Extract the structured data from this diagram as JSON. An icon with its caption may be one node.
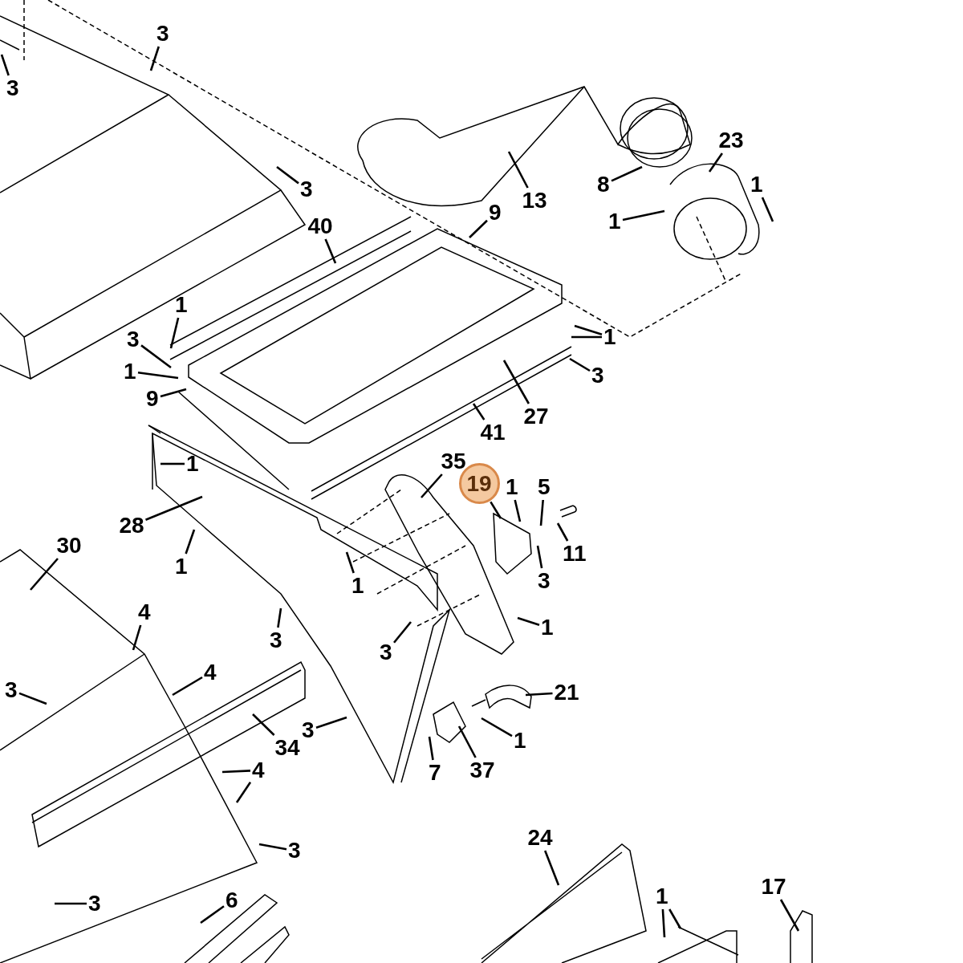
{
  "diagram": {
    "nodes": [
      {
        "text": [
          "3"
        ]
      },
      {
        "text": [
          "3"
        ]
      },
      {
        "text": [
          "3"
        ]
      },
      {
        "text": [
          "9"
        ]
      },
      {
        "text": [
          "13"
        ]
      },
      {
        "text": [
          "8"
        ]
      },
      {
        "text": [
          "23"
        ]
      },
      {
        "text": [
          "1"
        ]
      },
      {
        "text": [
          "1"
        ]
      },
      {
        "text": [
          "40"
        ]
      },
      {
        "text": [
          "1"
        ]
      },
      {
        "text": [
          "3"
        ]
      },
      {
        "text": [
          "1"
        ]
      },
      {
        "text": [
          "1"
        ]
      },
      {
        "text": [
          "3"
        ]
      },
      {
        "text": [
          "9"
        ]
      },
      {
        "text": [
          "27"
        ]
      },
      {
        "text": [
          "41"
        ]
      },
      {
        "text": [
          "28"
        ]
      },
      {
        "text": [
          "1"
        ]
      },
      {
        "text": [
          "35"
        ]
      },
      {
        "text": [
          "19"
        ]
      },
      {
        "text": [
          "1"
        ]
      },
      {
        "text": [
          "5"
        ]
      },
      {
        "text": [
          "11"
        ]
      },
      {
        "text": [
          "3"
        ]
      },
      {
        "text": [
          "30"
        ]
      },
      {
        "text": [
          "1"
        ]
      },
      {
        "text": [
          "1"
        ]
      },
      {
        "text": [
          "1"
        ]
      },
      {
        "text": [
          "4"
        ]
      },
      {
        "text": [
          "3"
        ]
      },
      {
        "text": [
          "3"
        ]
      },
      {
        "text": [
          "4"
        ]
      },
      {
        "text": [
          "3"
        ]
      },
      {
        "text": [
          "21"
        ]
      },
      {
        "text": [
          "3"
        ]
      },
      {
        "text": [
          "34"
        ]
      },
      {
        "text": [
          "1"
        ]
      },
      {
        "text": [
          "7"
        ]
      },
      {
        "text": [
          "37"
        ]
      },
      {
        "text": [
          "4"
        ]
      },
      {
        "text": [
          "3"
        ]
      },
      {
        "text": [
          "24"
        ]
      },
      {
        "text": [
          "3"
        ]
      },
      {
        "text": [
          "6"
        ]
      },
      {
        "text": [
          "1"
        ]
      },
      {
        "text": [
          "17"
        ]
      }
    ],
    "edges": [
      {
        "from": 0,
        "to": null,
        "arrow": "none"
      },
      {
        "from": 1,
        "to": null,
        "arrow": "none"
      },
      {
        "from": 2,
        "to": null,
        "arrow": "none"
      },
      {
        "from": 3,
        "to": null,
        "arrow": "none"
      },
      {
        "from": 4,
        "to": null,
        "arrow": "none"
      },
      {
        "from": 5,
        "to": null,
        "arrow": "none"
      },
      {
        "from": 6,
        "to": null,
        "arrow": "none"
      },
      {
        "from": 7,
        "to": null,
        "arrow": "none"
      },
      {
        "from": 8,
        "to": null,
        "arrow": "none"
      },
      {
        "from": 9,
        "to": null,
        "arrow": "none"
      },
      {
        "from": 10,
        "to": null,
        "arrow": "none"
      },
      {
        "from": 11,
        "to": null,
        "arrow": "none"
      },
      {
        "from": 12,
        "to": null,
        "arrow": "none"
      },
      {
        "from": 13,
        "to": null,
        "arrow": "none"
      },
      {
        "from": 13,
        "to": null,
        "arrow": "none"
      },
      {
        "from": 14,
        "to": null,
        "arrow": "none"
      },
      {
        "from": 15,
        "to": null,
        "arrow": "none"
      },
      {
        "from": 16,
        "to": null,
        "arrow": "none"
      },
      {
        "from": 17,
        "to": null,
        "arrow": "none"
      },
      {
        "from": 18,
        "to": null,
        "arrow": "none"
      },
      {
        "from": 19,
        "to": null,
        "arrow": "none"
      },
      {
        "from": 20,
        "to": null,
        "arrow": "none"
      },
      {
        "from": 21,
        "to": null,
        "arrow": "none"
      },
      {
        "from": 22,
        "to": null,
        "arrow": "none"
      },
      {
        "from": 23,
        "to": null,
        "arrow": "none"
      },
      {
        "from": 24,
        "to": null,
        "arrow": "none"
      },
      {
        "from": 25,
        "to": null,
        "arrow": "none"
      },
      {
        "from": 26,
        "to": null,
        "arrow": "none"
      },
      {
        "from": 27,
        "to": null,
        "arrow": "none"
      },
      {
        "from": 28,
        "to": null,
        "arrow": "none"
      },
      {
        "from": 29,
        "to": null,
        "arrow": "none"
      },
      {
        "from": 30,
        "to": null,
        "arrow": "none"
      },
      {
        "from": 31,
        "to": null,
        "arrow": "none"
      },
      {
        "from": 32,
        "to": null,
        "arrow": "none"
      },
      {
        "from": 33,
        "to": null,
        "arrow": "none"
      },
      {
        "from": 34,
        "to": null,
        "arrow": "none"
      },
      {
        "from": 35,
        "to": null,
        "arrow": "none"
      },
      {
        "from": 36,
        "to": null,
        "arrow": "none"
      },
      {
        "from": 37,
        "to": null,
        "arrow": "none"
      },
      {
        "from": 38,
        "to": null,
        "arrow": "none"
      },
      {
        "from": 39,
        "to": null,
        "arrow": "none"
      },
      {
        "from": 40,
        "to": null,
        "arrow": "none"
      },
      {
        "from": 41,
        "to": null,
        "arrow": "none"
      },
      {
        "from": 41,
        "to": null,
        "arrow": "none"
      },
      {
        "from": 42,
        "to": null,
        "arrow": "none"
      },
      {
        "from": 43,
        "to": null,
        "arrow": "none"
      },
      {
        "from": 44,
        "to": null,
        "arrow": "none"
      },
      {
        "from": 45,
        "to": null,
        "arrow": "none"
      },
      {
        "from": 46,
        "to": null,
        "arrow": "none"
      },
      {
        "from": 46,
        "to": null,
        "arrow": "none"
      },
      {
        "from": 47,
        "to": null,
        "arrow": "none"
      }
    ]
  }
}
